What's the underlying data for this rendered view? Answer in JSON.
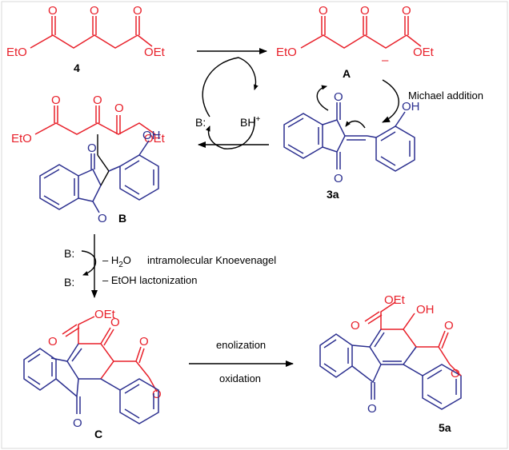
{
  "compounds": {
    "c4": "4",
    "cA": "A",
    "cB": "B",
    "c3a": "3a",
    "cC": "C",
    "c5a": "5a"
  },
  "atoms": {
    "O": "O",
    "OEt": "OEt",
    "EtO": "EtO",
    "OH": "OH",
    "minus": "–"
  },
  "cycle": {
    "base": "B:",
    "acid": "BH",
    "acid_charge": "+"
  },
  "steps": {
    "michael": "Michael addition",
    "base1": "B:",
    "base2": "B:",
    "h2o_prefix": "– H",
    "h2o_sub": "2",
    "h2o_suffix": "O",
    "knoevenagel": "intramolecular Knoevenagel",
    "etoh": "– EtOH lactonization",
    "enolization": "enolization",
    "oxidation": "oxidation"
  },
  "colors": {
    "red": "#e8202a",
    "blue": "#2b2f8f"
  }
}
